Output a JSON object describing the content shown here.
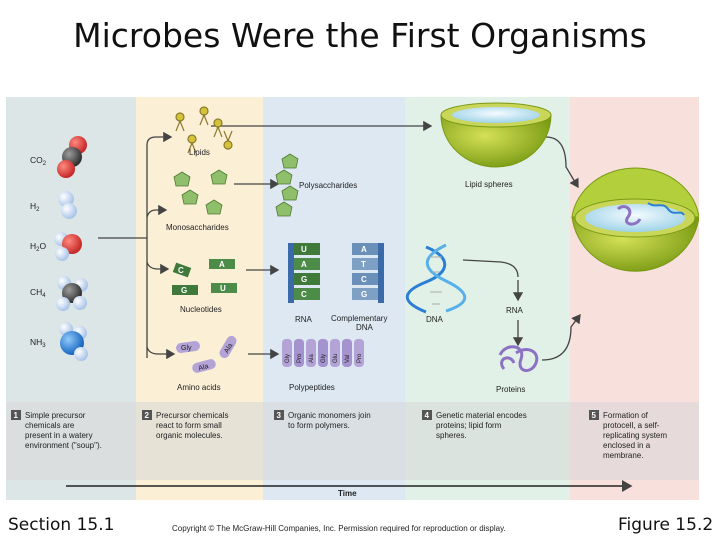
{
  "title": "Microbes Were the First Organisms",
  "footer": {
    "section": "Section 15.1",
    "copyright": "Copyright © The McGraw-Hill Companies, Inc. Permission required for reproduction or display.",
    "figure": "Figure 15.2"
  },
  "molecules": [
    {
      "label": "CO",
      "sub": "2"
    },
    {
      "label": "H",
      "sub": "2"
    },
    {
      "label": "H",
      "sub": "2",
      "suffix": "O"
    },
    {
      "label": "CH",
      "sub": "4"
    },
    {
      "label": "NH",
      "sub": "3"
    }
  ],
  "labels": {
    "lipids": "Lipids",
    "polysaccharides": "Polysaccharides",
    "lipid_spheres": "Lipid spheres",
    "monosaccharides": "Monosaccharides",
    "nucleotides": "Nucleotides",
    "rna": "RNA",
    "complementary_dna_1": "Complementary",
    "complementary_dna_2": "DNA",
    "dna": "DNA",
    "rna2": "RNA",
    "amino_acids": "Amino acids",
    "polypeptides": "Polypeptides",
    "proteins": "Proteins",
    "time": "Time"
  },
  "nucleotide_letters": [
    "C",
    "A",
    "G",
    "U"
  ],
  "rna_letters": [
    "U",
    "A",
    "G",
    "C"
  ],
  "dna_letters": [
    "A",
    "T",
    "C",
    "G"
  ],
  "amino_letters": [
    "Gly",
    "Ala",
    "Ala"
  ],
  "polypeptide_letters": [
    "Gly",
    "Pro",
    "Ala",
    "Gly",
    "Glu",
    "Val",
    "Pro"
  ],
  "steps": [
    {
      "num": "1",
      "lines": [
        "Simple precursor",
        "chemicals are",
        "present in a watery",
        "environment (\"soup\")."
      ]
    },
    {
      "num": "2",
      "lines": [
        "Precursor chemicals",
        "react to form small",
        "organic molecules."
      ]
    },
    {
      "num": "3",
      "lines": [
        "Organic monomers join",
        "to form polymers."
      ]
    },
    {
      "num": "4",
      "lines": [
        "Genetic material encodes",
        "proteins; lipid form",
        "spheres."
      ]
    },
    {
      "num": "5",
      "lines": [
        "Formation of",
        "protocell, a self-",
        "replicating system",
        "enclosed in a",
        "membrane."
      ]
    }
  ]
}
